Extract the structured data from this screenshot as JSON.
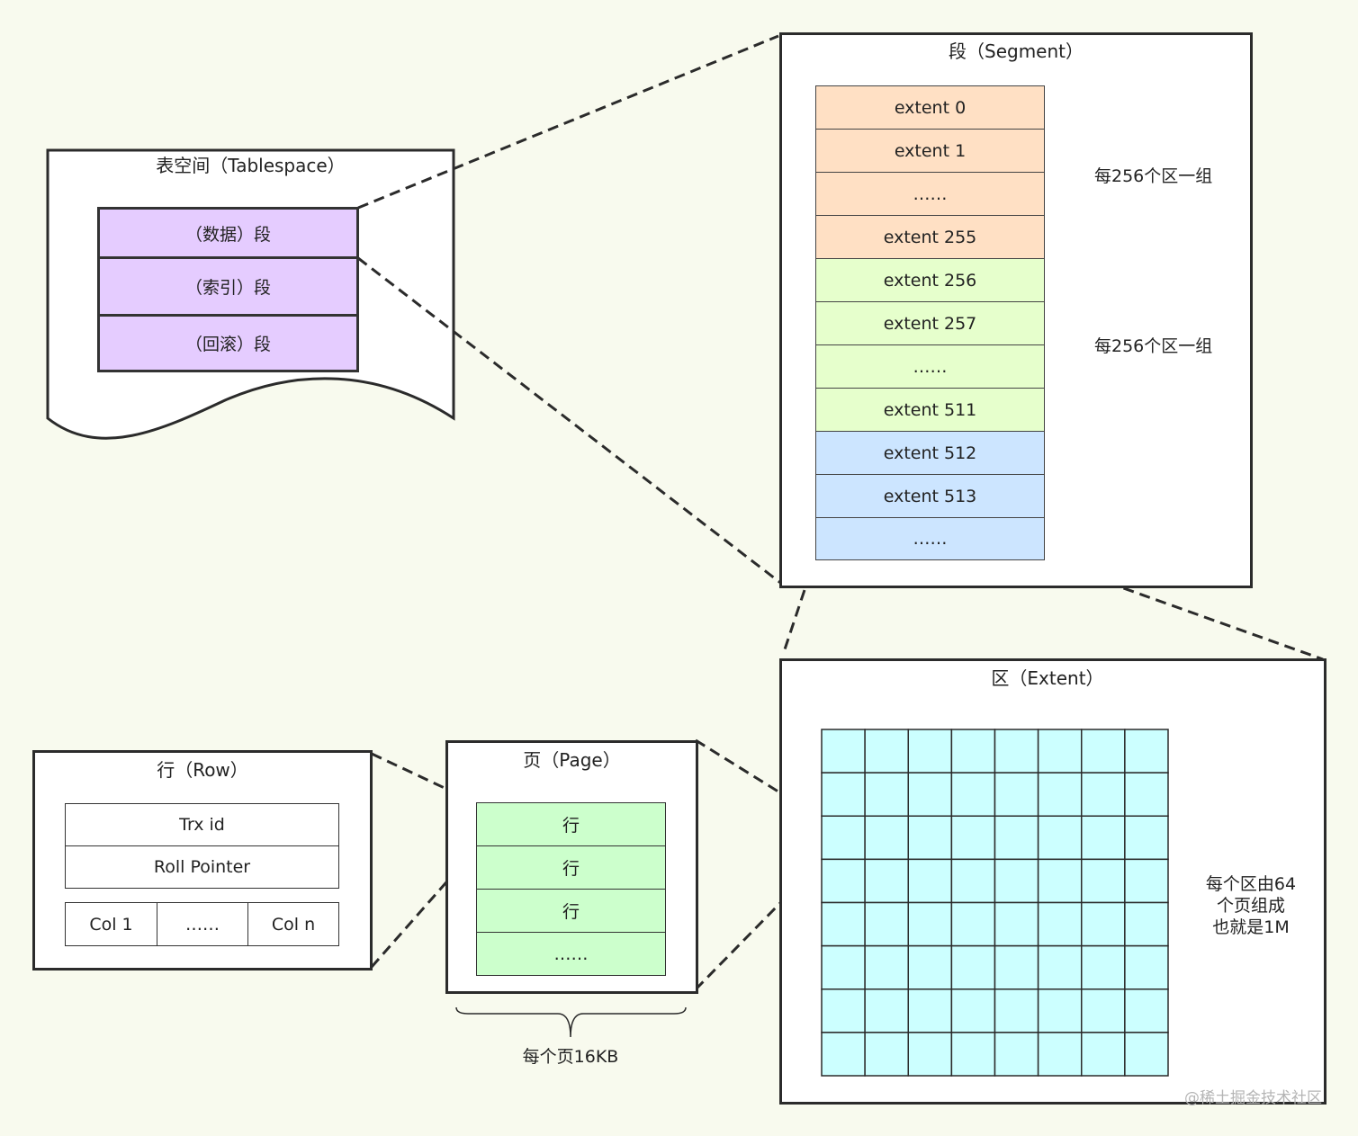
{
  "tablespace": {
    "title": "表空间（Tablespace）",
    "segments": [
      "（数据）段",
      "（索引）段",
      "（回滚）段"
    ]
  },
  "segment": {
    "title": "段（Segment）",
    "extents": [
      "extent  0",
      "extent 1",
      "……",
      "extent  255",
      "extent  256",
      "extent  257",
      "……",
      "extent  511",
      "extent  512",
      "extent 513",
      "……"
    ],
    "group_label_1": "每256个区一组",
    "group_label_2": "每256个区一组"
  },
  "extent": {
    "title": "区（Extent）",
    "grid_cols": 8,
    "grid_rows": 8,
    "note_line1": "每个区由64",
    "note_line2": "个页组成",
    "note_line3": "也就是1M"
  },
  "page": {
    "title": "页（Page）",
    "rows": [
      "行",
      "行",
      "行",
      "……"
    ],
    "size_label": "每个页16KB"
  },
  "row": {
    "title": "行（Row）",
    "trx_id": "Trx id",
    "roll_pointer": "Roll Pointer",
    "col_1": "Col 1",
    "col_mid": "……",
    "col_n": "Col n"
  },
  "watermark": "@稀土掘金技术社区",
  "colors": {
    "background": "#f8faee",
    "segment_purple": "#e5ccff",
    "extent_orange": "#ffe0c4",
    "extent_green": "#e6ffcc",
    "extent_blue": "#cce5ff",
    "grid_cyan": "#ccffff",
    "page_green": "#ccffcc"
  }
}
